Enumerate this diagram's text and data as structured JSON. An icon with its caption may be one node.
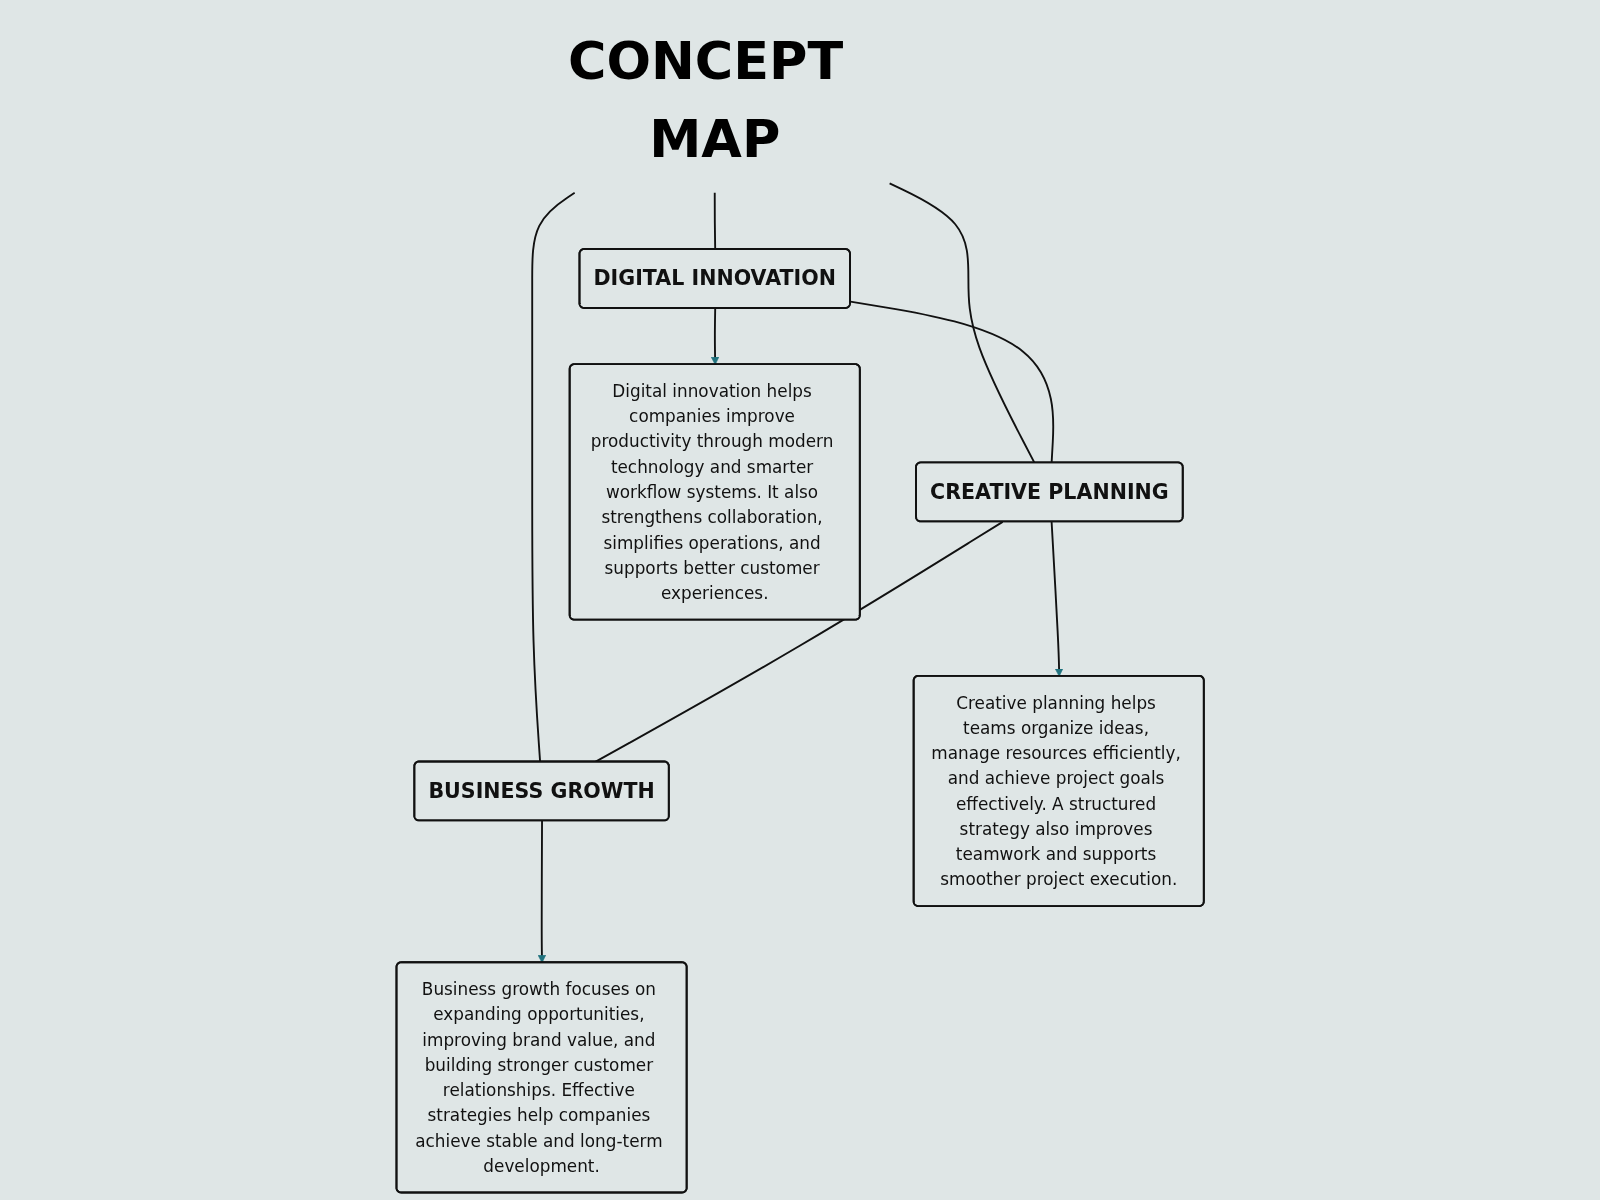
{
  "diagram": {
    "nodes": [
      {
        "text": [
          "CONCEPT MAP"
        ]
      },
      {
        "text": [
          "DIGITAL INNOVATION"
        ]
      },
      {
        "text": [
          "CREATIVE PLANNING"
        ]
      },
      {
        "text": [
          "BUSINESS GROWTH"
        ]
      },
      {
        "text": [
          "Digital innovation helps companies improve productivity through modern technology and smarter workflow systems. It also strengthens collaboration, simplifies operations, and supports better customer experiences."
        ]
      },
      {
        "text": [
          "Creative planning helps teams organize ideas, manage resources efficiently, and achieve project goals effectively. A structured strategy also improves teamwork and supports smoother project execution."
        ]
      },
      {
        "text": [
          "Business growth focuses on expanding opportunities, improving brand value, and building stronger customer relationships. Effective strategies help companies achieve stable and long-term development."
        ]
      }
    ],
    "edges": [
      {
        "from": 0,
        "to": 1,
        "arrow": "none"
      },
      {
        "from": 0,
        "to": 2,
        "arrow": "none"
      },
      {
        "from": 0,
        "to": 3,
        "arrow": "none"
      },
      {
        "from": 1,
        "to": 2,
        "arrow": "none"
      },
      {
        "from": 2,
        "to": 3,
        "arrow": "none"
      },
      {
        "from": 1,
        "to": 4,
        "arrow": "to"
      },
      {
        "from": 2,
        "to": 5,
        "arrow": "to"
      },
      {
        "from": 3,
        "to": 6,
        "arrow": "to"
      }
    ]
  }
}
